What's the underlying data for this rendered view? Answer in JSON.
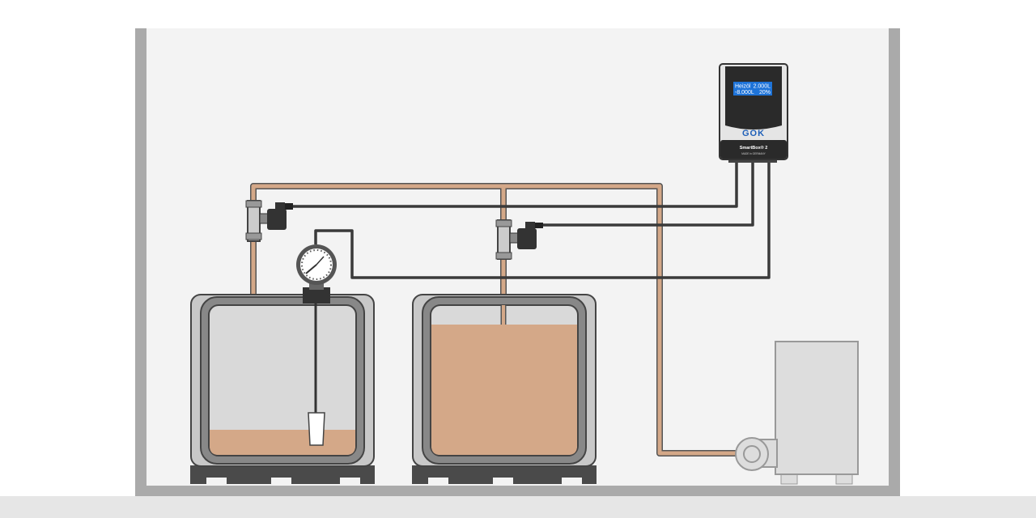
{
  "device": {
    "display_line1_label": "Heizöl",
    "display_line1_value": "2.000L",
    "display_line2_value": "-8.000L",
    "display_line2_percent": "20%",
    "brand": "GOK",
    "model": "SmartBox® 2",
    "made_in": "MADE in GERMANY"
  },
  "tanks": [
    {
      "name": "tank-1",
      "fill_fraction": 0.12
    },
    {
      "name": "tank-2",
      "fill_fraction": 0.85
    }
  ],
  "colors": {
    "oil": "#d4a888",
    "cable": "#3a3a3a",
    "wall": "#aaaaaa",
    "room": "#f3f3f3",
    "display": "#1e73d8"
  }
}
